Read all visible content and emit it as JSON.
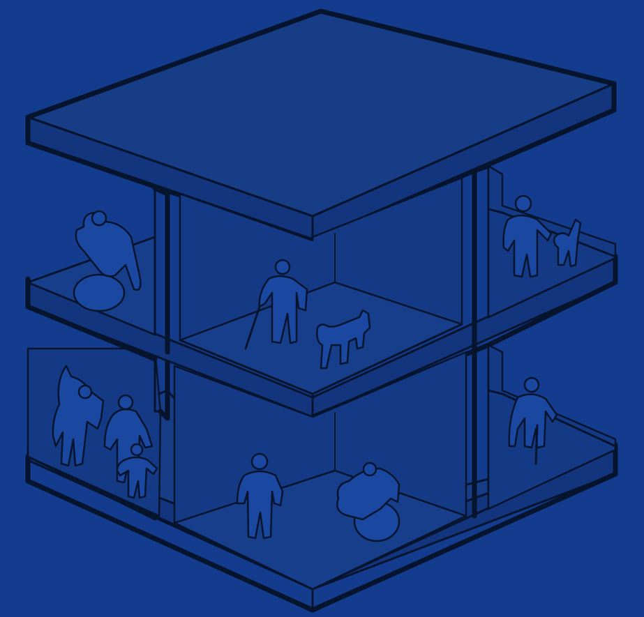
{
  "illustration": {
    "subject": "",
    "background_color": "#133c8f",
    "line_color": "#07142e",
    "figures": [
      {
        "kind": "person-with-cane"
      },
      {
        "kind": "dog"
      },
      {
        "kind": "wheelchair-user"
      },
      {
        "kind": "person-walking-dog"
      },
      {
        "kind": "small-dog"
      },
      {
        "kind": "group-adults"
      },
      {
        "kind": "child"
      },
      {
        "kind": "standing-person"
      },
      {
        "kind": "wheelchair-user-lower"
      },
      {
        "kind": "person-with-cane-lower"
      }
    ]
  }
}
